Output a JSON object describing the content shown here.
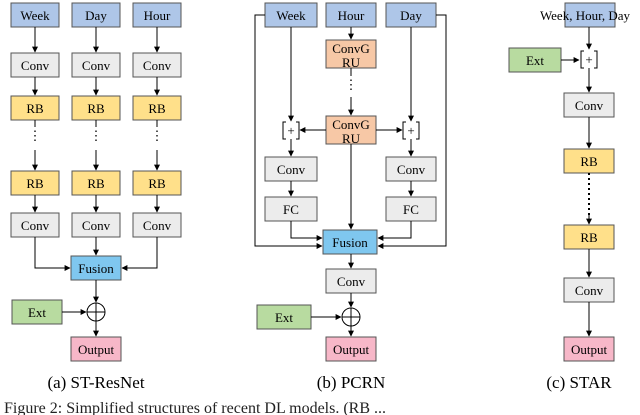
{
  "labels": {
    "week": "Week",
    "day": "Day",
    "hour": "Hour",
    "conv": "Conv",
    "rb": "RB",
    "fusion": "Fusion",
    "ext": "Ext",
    "output": "Output",
    "fc": "FC",
    "convgru_top": "ConvG",
    "convgru_bottom": "RU",
    "star_input": "Week, Hour, Day",
    "dots": "⋮",
    "plus": "+"
  },
  "captions": {
    "a": "(a)  ST-ResNet",
    "b": "(b)  PCRN",
    "c": "(c)  STAR"
  },
  "figure_caption": "Figure 2:   Simplified structures of recent DL models. (RB ... ",
  "colors": {
    "input": "#aec6e8",
    "conv": "#ececec",
    "rb": "#ffe08a",
    "fusion": "#7fc7ef",
    "ext": "#b8dba0",
    "output": "#f7b7c8",
    "convgru": "#f7c8a6"
  }
}
